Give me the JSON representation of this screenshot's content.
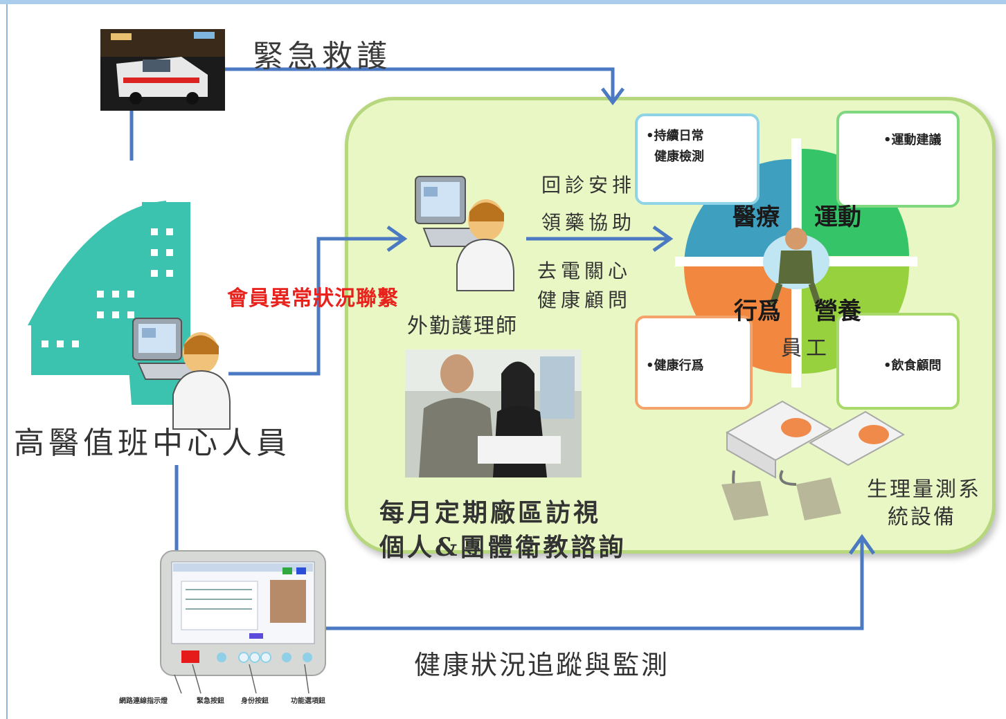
{
  "labels": {
    "emergency": "緊急救護",
    "member_contact": "會員異常狀況聯繫",
    "field_nurse": "外勤護理師",
    "return_visit": "回診安排",
    "medicine_help": "領藥協助",
    "phone_care": "去電關心",
    "health_advisor": "健康顧問",
    "monthly_visit": "每月定期廠區訪視",
    "group_education": "個人&團體衛教諮詢",
    "duty_center_staff": "高醫值班中心人員",
    "health_tracking": "健康狀況追蹤與監測",
    "device_line1": "生理量測系",
    "device_line2": "統設備",
    "employee": "員工"
  },
  "wheel": {
    "medical": "醫療",
    "exercise": "運動",
    "behavior": "行爲",
    "nutrition": "營養"
  },
  "cards": {
    "daily_health_1": "•持續日常",
    "daily_health_2": "健康檢測",
    "exercise_advice": "•運動建議",
    "health_behavior": "•健康行爲",
    "diet_advice": "•飲食顧問"
  },
  "device_captions": {
    "net": "網路連線指示燈",
    "emergency": "緊急按鈕",
    "identity": "身份按鈕",
    "menu": "功能選項鈕"
  },
  "colors": {
    "arrow": "#4b79c2",
    "panel_fill": "#e8f7c4",
    "panel_border": "#b7d77f",
    "medical": "#3f9fbf",
    "exercise": "#35c468",
    "behavior": "#f2873f",
    "nutrition": "#97d13e",
    "building": "#3cc3b0",
    "member_text": "#e8231d"
  }
}
